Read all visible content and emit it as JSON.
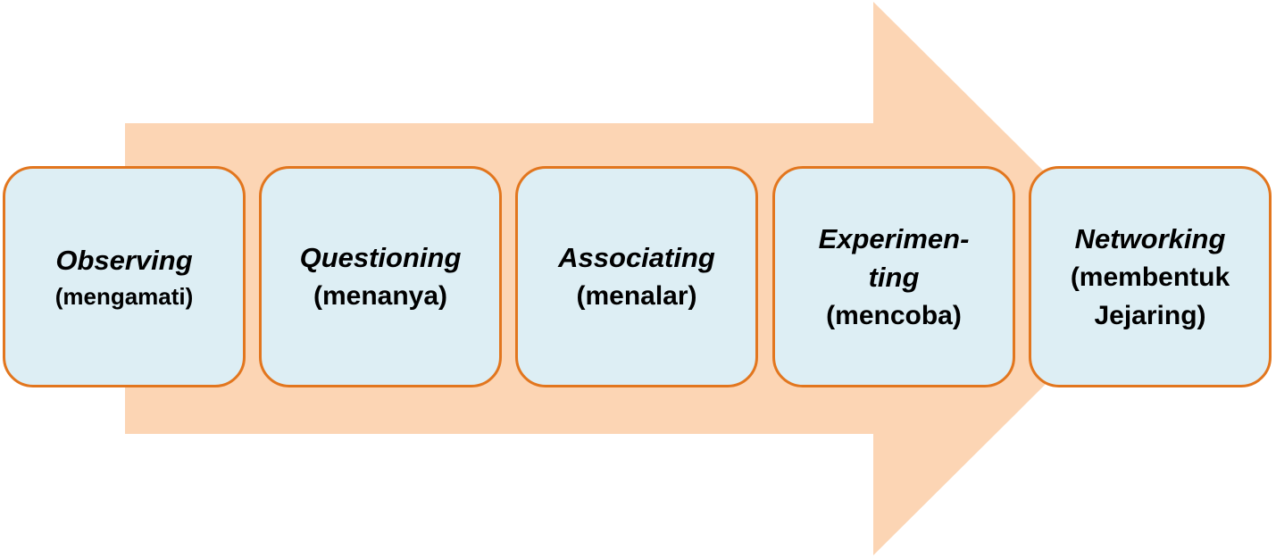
{
  "colors": {
    "arrow_fill": "#FCD5B4",
    "box_fill": "#DDEEF4",
    "box_border": "#E2761E",
    "text": "#000000"
  },
  "steps": [
    {
      "term": "Observing",
      "gloss": "(mengamati)"
    },
    {
      "term": "Questioning",
      "gloss": "(menanya)"
    },
    {
      "term": "Associating",
      "gloss": "(menalar)"
    },
    {
      "term": "Experimen-\nting",
      "gloss": "(mencoba)"
    },
    {
      "term": "Networking",
      "gloss": "(membentuk\nJejaring)"
    }
  ]
}
